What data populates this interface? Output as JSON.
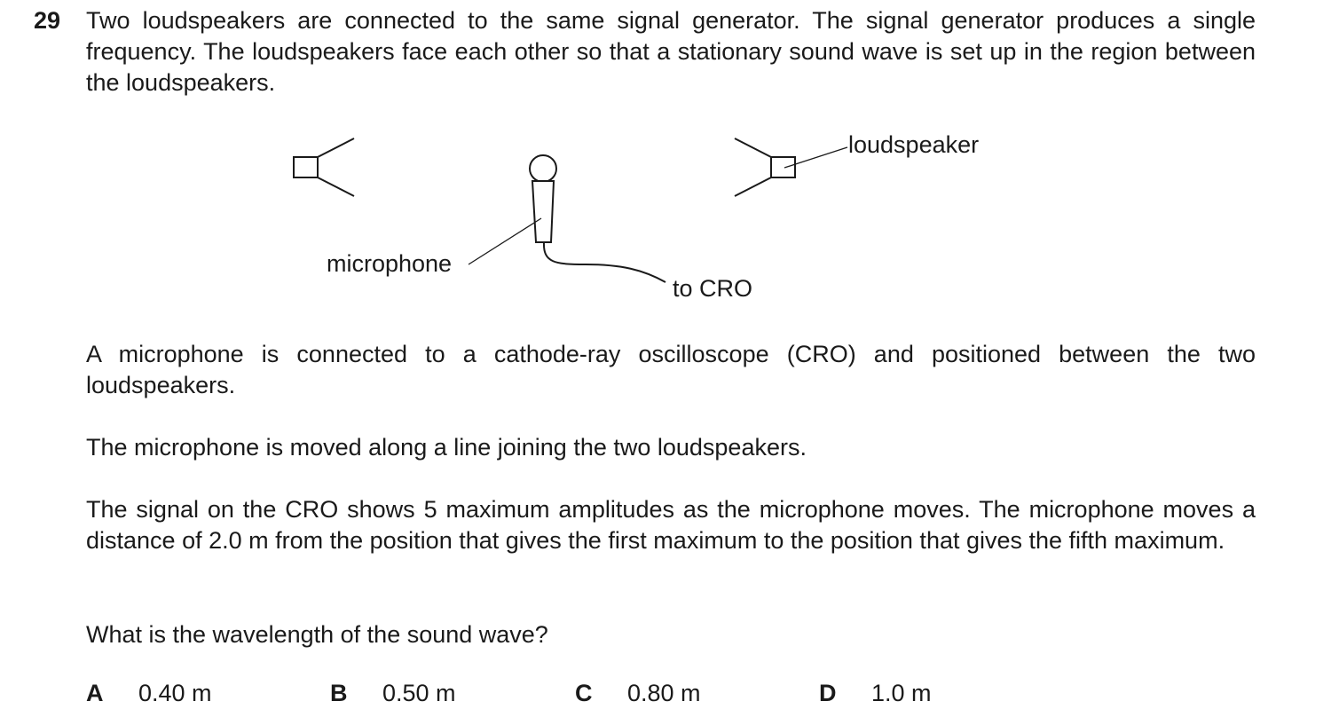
{
  "question": {
    "number": "29",
    "intro": "Two loudspeakers are connected to the same signal generator. The signal generator produces a single frequency. The loudspeakers face each other so that a stationary sound wave is set up in the region between the loudspeakers.",
    "paragraph_2": "A microphone is connected to a cathode-ray oscilloscope (CRO) and positioned between the two loudspeakers.",
    "paragraph_3": "The microphone is moved along a line joining the two loudspeakers.",
    "paragraph_4": "The signal on the CRO shows 5 maximum amplitudes as the microphone moves. The microphone moves a distance of 2.0 m from the position that gives the first maximum to the position that gives the fifth maximum.",
    "prompt": "What is the wavelength of the sound wave?"
  },
  "diagram": {
    "label_loudspeaker": "loudspeaker",
    "label_microphone": "microphone",
    "label_to_cro": "to CRO"
  },
  "options": [
    {
      "letter": "A",
      "value": "0.40 m"
    },
    {
      "letter": "B",
      "value": "0.50 m"
    },
    {
      "letter": "C",
      "value": "0.80 m"
    },
    {
      "letter": "D",
      "value": "1.0 m"
    }
  ]
}
